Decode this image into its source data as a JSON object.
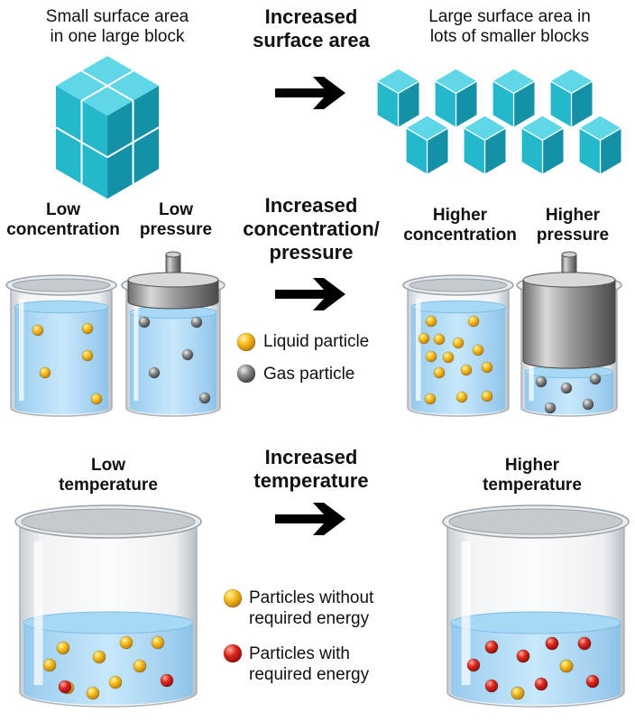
{
  "row1": {
    "left_caption": [
      "Small surface area",
      "in one large block"
    ],
    "center_caption": [
      "Increased",
      "surface area"
    ],
    "right_caption": [
      "Large surface area in",
      "lots of smaller blocks"
    ]
  },
  "row2": {
    "low_concentration": [
      "Low",
      "concentration"
    ],
    "low_pressure": [
      "Low",
      "pressure"
    ],
    "center_caption": [
      "Increased",
      "concentration/",
      "pressure"
    ],
    "higher_concentration": [
      "Higher",
      "concentration"
    ],
    "higher_pressure": [
      "Higher",
      "pressure"
    ],
    "legend_liquid": "Liquid particle",
    "legend_gas": "Gas particle"
  },
  "row3": {
    "low_temperature": [
      "Low",
      "temperature"
    ],
    "center_caption": [
      "Increased",
      "temperature"
    ],
    "higher_temperature": [
      "Higher",
      "temperature"
    ],
    "legend_without": [
      "Particles without",
      "required energy"
    ],
    "legend_with": [
      "Particles with",
      "required energy"
    ]
  },
  "colors": {
    "cube_top": "#5fd7e6",
    "cube_front": "#25b7cc",
    "cube_side": "#1591a6",
    "water": "#a9d9f5",
    "liquid_particle": "#f2b418",
    "gas_particle": "#808080",
    "hot_particle": "#d81e1e",
    "arrow": "#000000"
  }
}
